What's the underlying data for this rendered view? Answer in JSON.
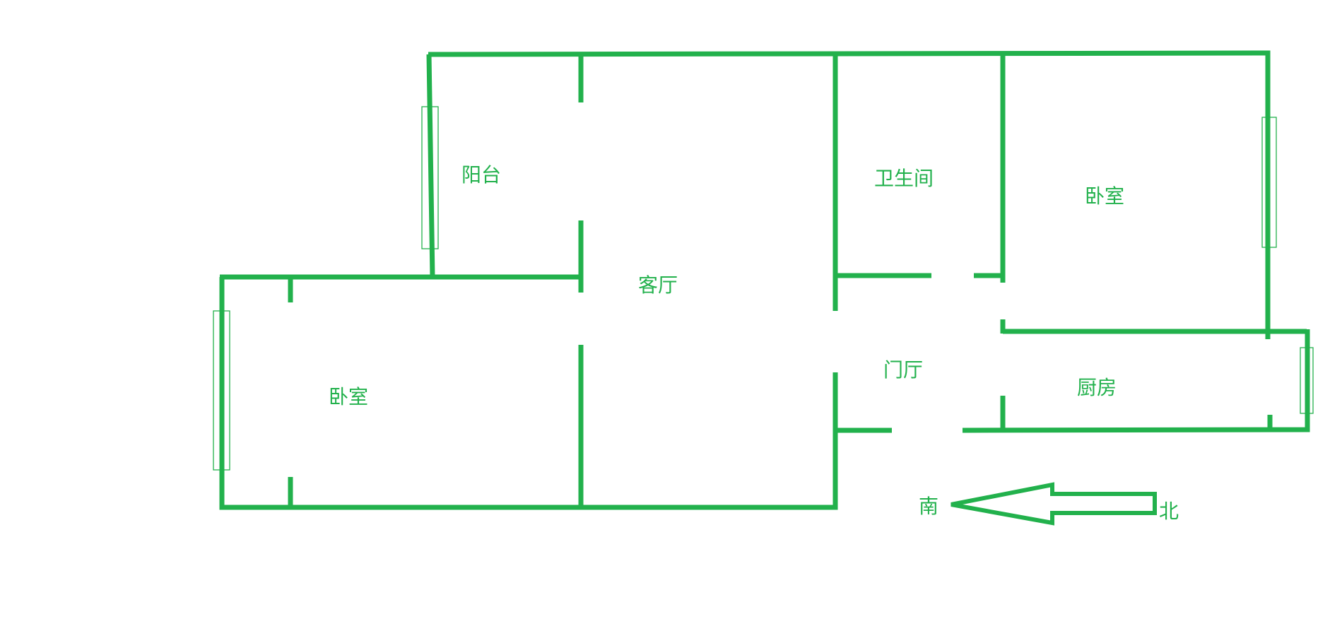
{
  "colors": {
    "wall": "#22b14c",
    "label": "#22b14c",
    "background": "#ffffff"
  },
  "rooms": {
    "balcony": "阳台",
    "living_room": "客厅",
    "bathroom": "卫生间",
    "bedroom_east": "卧室",
    "bedroom_west": "卧室",
    "foyer": "门厅",
    "kitchen": "厨房"
  },
  "compass": {
    "south": "南",
    "north": "北"
  }
}
